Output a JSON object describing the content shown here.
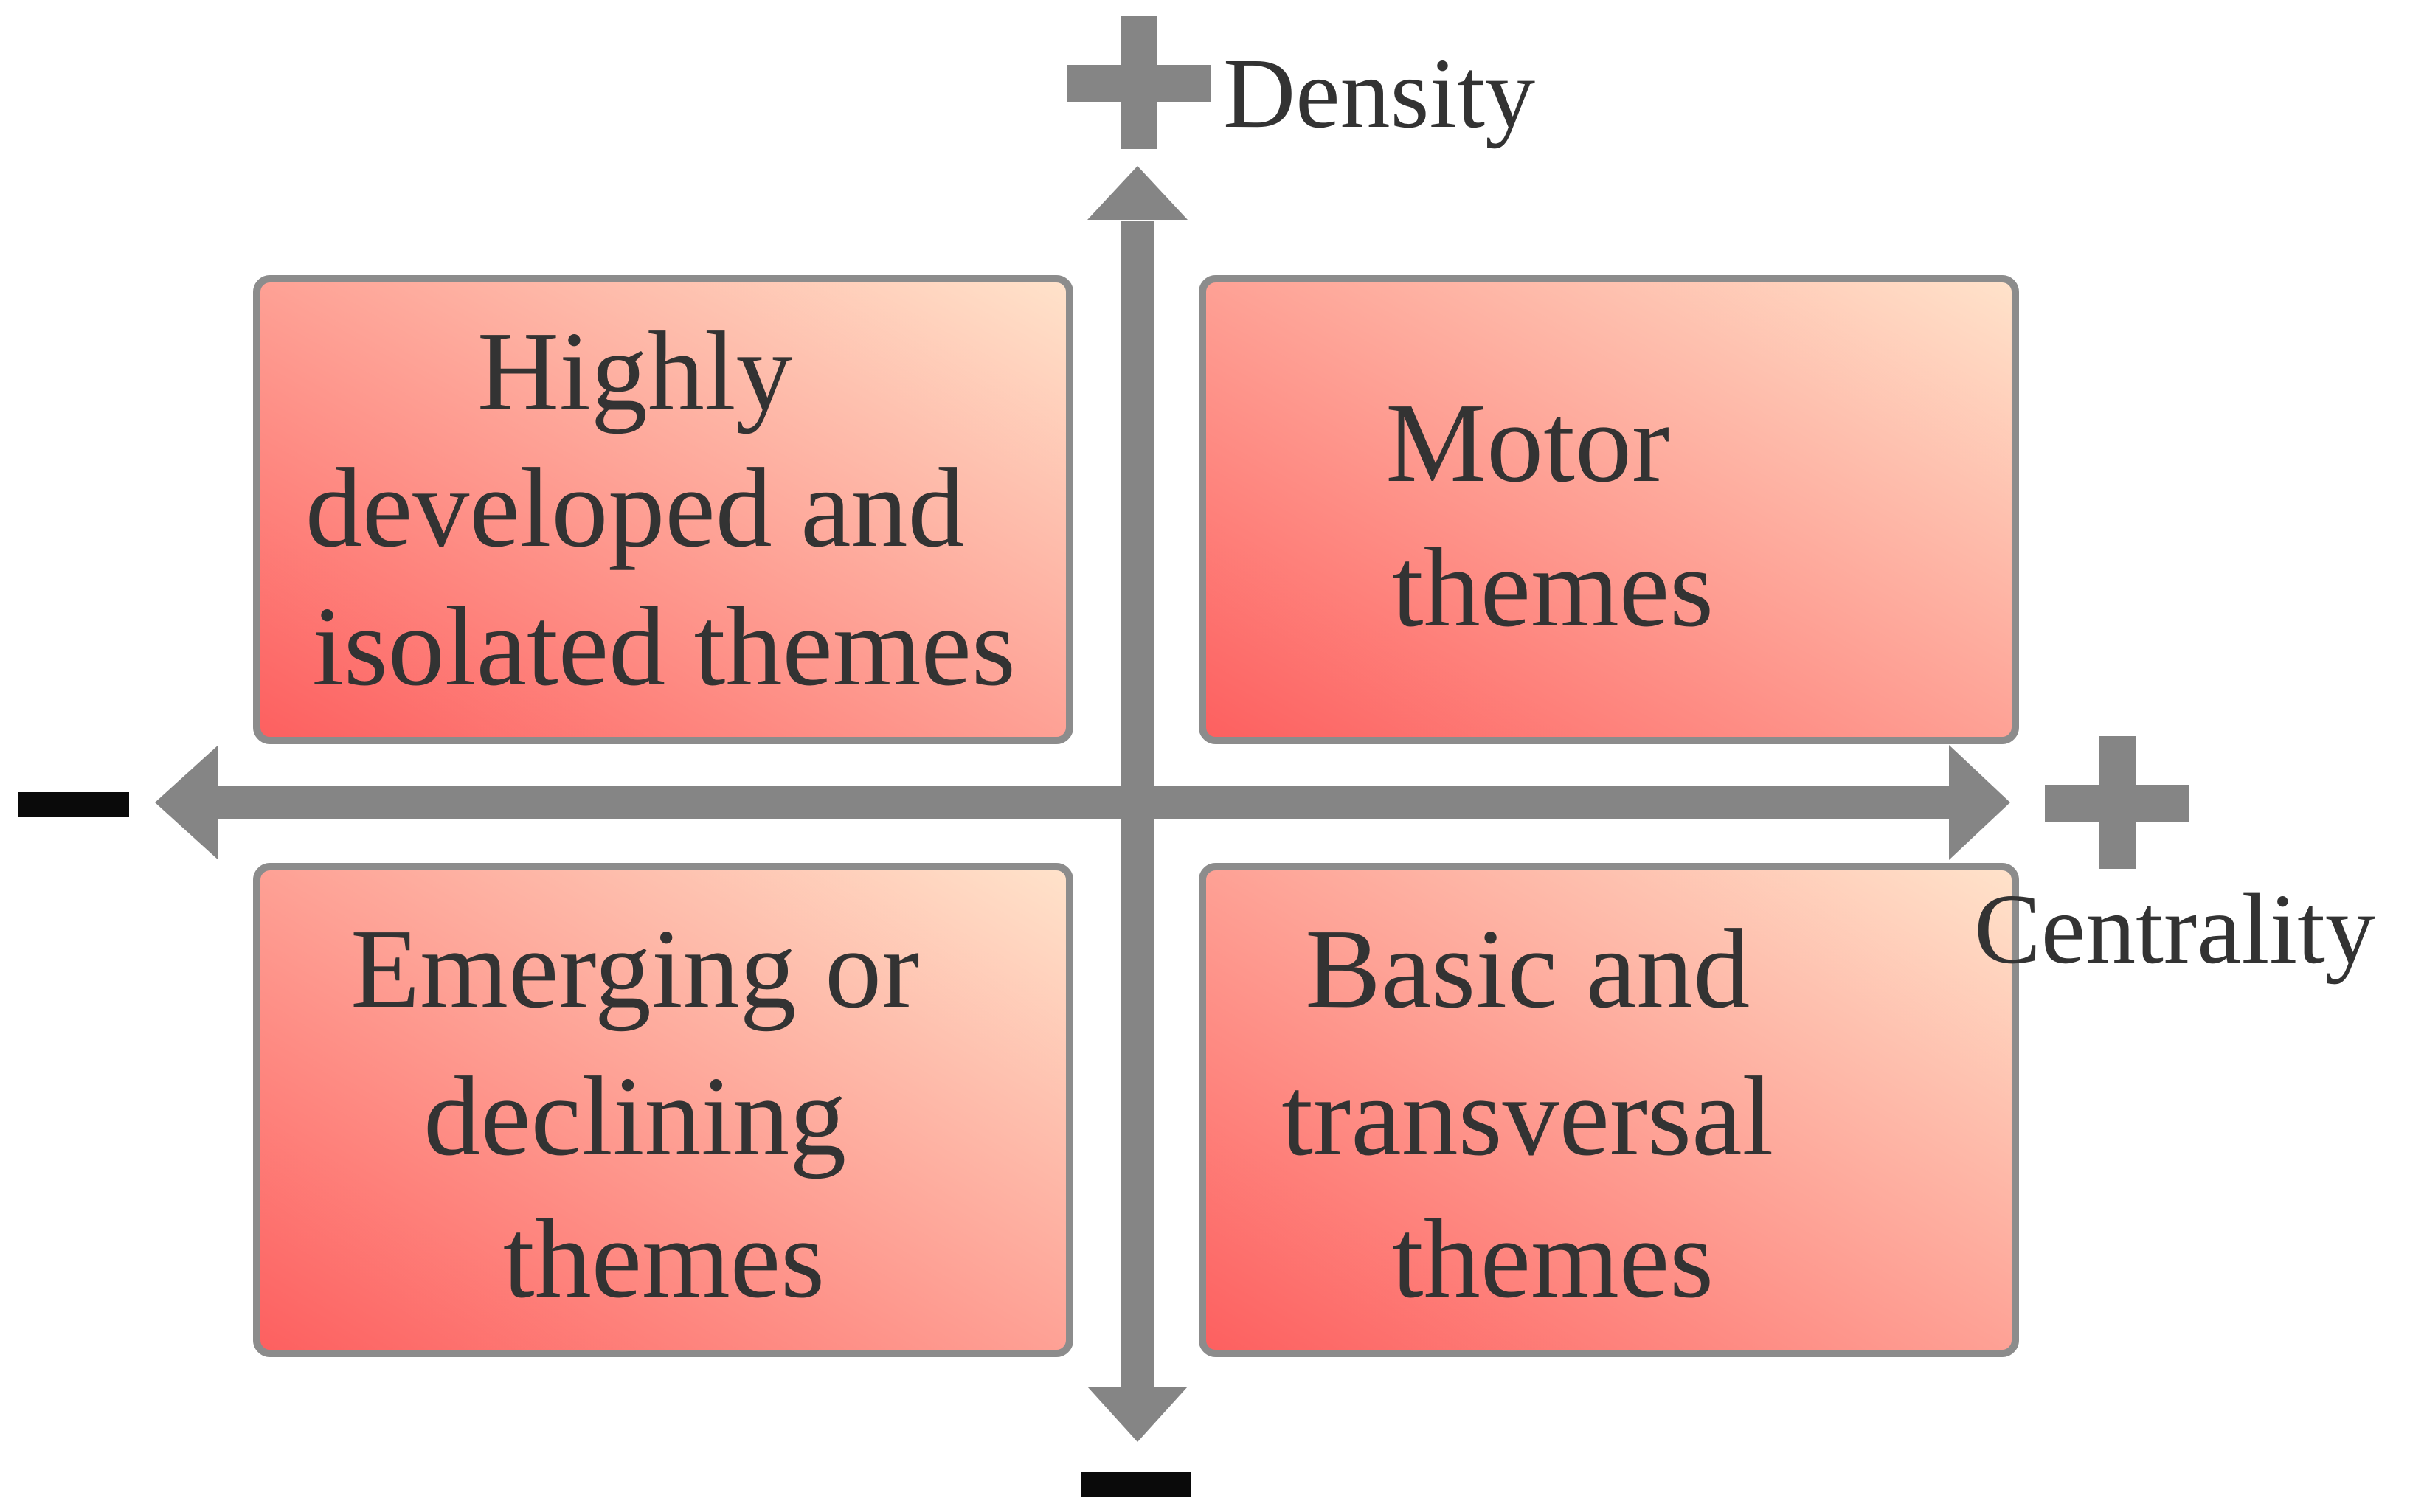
{
  "axes": {
    "y_label": "Density",
    "x_label": "Centrality"
  },
  "quadrants": [
    {
      "id": "top-left",
      "lines": [
        "Highly",
        "developed and",
        "isolated themes"
      ]
    },
    {
      "id": "top-right",
      "lines": [
        "Motor",
        "themes"
      ]
    },
    {
      "id": "bottom-left",
      "lines": [
        "Emerging or",
        "declining",
        "themes"
      ]
    },
    {
      "id": "bottom-right",
      "lines": [
        "Basic and",
        "transversal",
        "themes"
      ]
    }
  ],
  "colors": {
    "axis": "#858585",
    "sign": "#0a0a0a",
    "box_border": "#8c8c8c",
    "box_gradient_start": "#fd5f5f",
    "box_gradient_end": "#ffe3cb",
    "text": "#333333"
  }
}
